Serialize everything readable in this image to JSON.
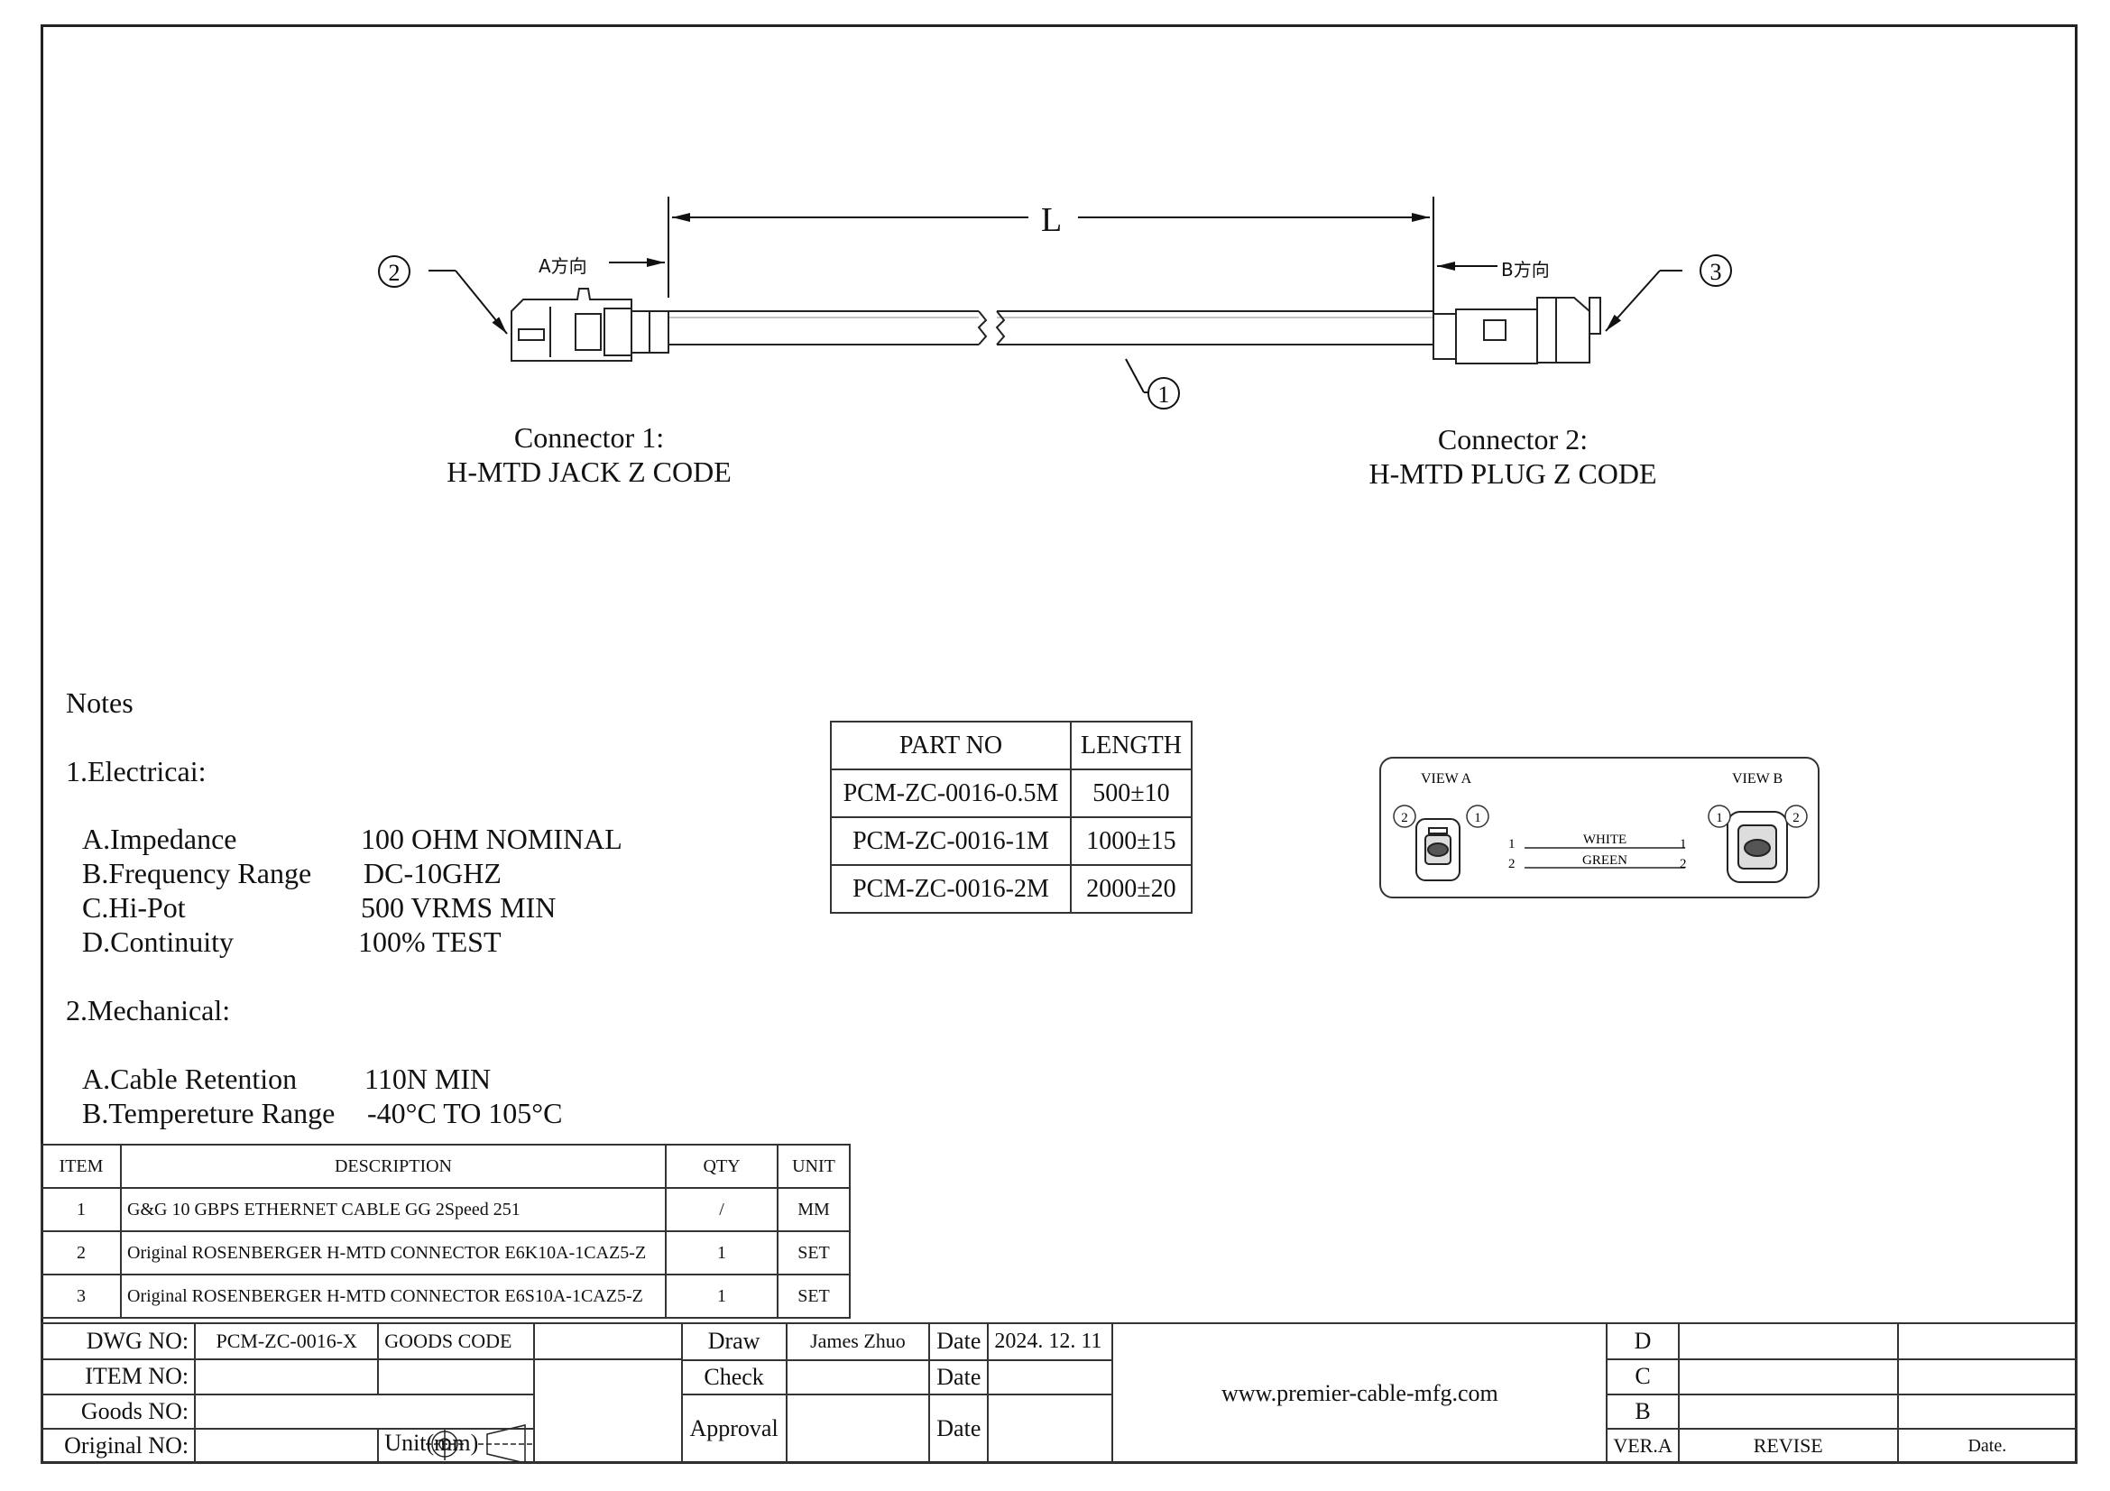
{
  "drawing": {
    "dimension_label": "L",
    "direction_a": "A方向",
    "direction_b": "B方向",
    "balloons": [
      "1",
      "2",
      "3"
    ],
    "connector1": {
      "line1": "Connector 1:",
      "line2": "H-MTD JACK Z CODE"
    },
    "connector2": {
      "line1": "Connector 2:",
      "line2": "H-MTD PLUG Z CODE"
    }
  },
  "notes": {
    "title": "Notes",
    "electrical_title": "1.Electricai:",
    "electrical": [
      {
        "label": "A.Impedance",
        "value": "100 OHM NOMINAL"
      },
      {
        "label": "B.Frequency Range",
        "value": "DC-10GHZ"
      },
      {
        "label": "C.Hi-Pot",
        "value": "500 VRMS MIN"
      },
      {
        "label": "D.Continuity",
        "value": "100% TEST"
      }
    ],
    "mechanical_title": "2.Mechanical:",
    "mechanical": [
      {
        "label": "A.Cable Retention",
        "value": "110N MIN"
      },
      {
        "label": "B.Tempereture Range",
        "value": "-40°C TO 105°C"
      }
    ]
  },
  "part_table": {
    "headers": [
      "PART NO",
      "LENGTH"
    ],
    "rows": [
      [
        "PCM-ZC-0016-0.5M",
        "500±10"
      ],
      [
        "PCM-ZC-0016-1M",
        "1000±15"
      ],
      [
        "PCM-ZC-0016-2M",
        "2000±20"
      ]
    ]
  },
  "pinout": {
    "view_a": "VIEW A",
    "view_b": "VIEW B",
    "wires": [
      {
        "pin_left": "1",
        "color": "WHITE",
        "pin_right": "1"
      },
      {
        "pin_left": "2",
        "color": "GREEN",
        "pin_right": "2"
      }
    ],
    "pin_labels": [
      "1",
      "2"
    ]
  },
  "bom": {
    "headers": [
      "ITEM",
      "DESCRIPTION",
      "QTY",
      "UNIT"
    ],
    "rows": [
      [
        "1",
        "G&G 10 GBPS ETHERNET CABLE GG 2Speed 251",
        "/",
        "MM"
      ],
      [
        "2",
        "Original ROSENBERGER H-MTD CONNECTOR E6K10A-1CAZ5-Z",
        "1",
        "SET"
      ],
      [
        "3",
        "Original ROSENBERGER H-MTD CONNECTOR E6S10A-1CAZ5-Z",
        "1",
        "SET"
      ]
    ]
  },
  "title_block": {
    "dwg_no_label": "DWG NO:",
    "dwg_no": "PCM-ZC-0016-X",
    "goods_code_label": "GOODS CODE",
    "item_no_label": "ITEM NO:",
    "goods_no_label": "Goods NO:",
    "original_no_label": "Original NO:",
    "unit_label": "Unit(mm)",
    "draw_label": "Draw",
    "draw_name": "James Zhuo",
    "check_label": "Check",
    "approval_label": "Approval",
    "date_label": "Date",
    "draw_date": "2024. 12. 11",
    "website": "www.premier-cable-mfg.com",
    "revisions": [
      "D",
      "C",
      "B"
    ],
    "ver_label": "VER.A",
    "revise_label": "REVISE",
    "date_col_label": "Date."
  }
}
